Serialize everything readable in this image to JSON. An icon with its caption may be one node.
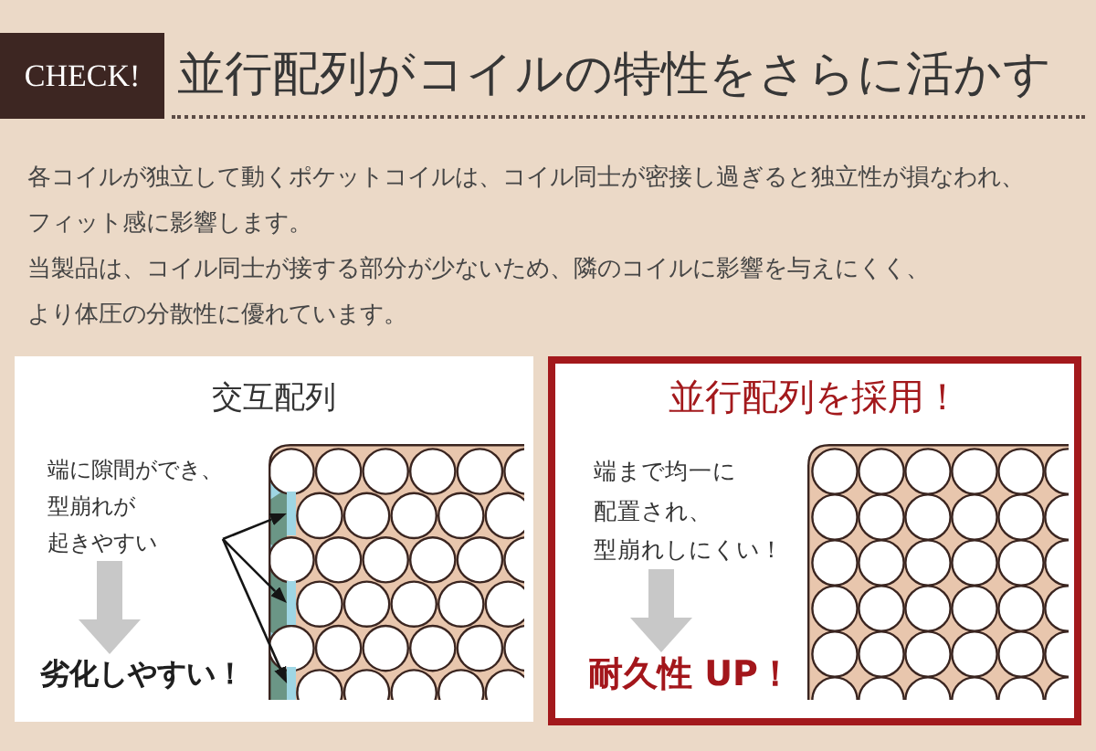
{
  "diagram": {
    "title": "並行配列がコイルの特性をさらに活かす",
    "nodes": [
      {
        "text": [
          "CHECK!"
        ]
      },
      {
        "text": [
          "交互配列"
        ]
      },
      {
        "text": [
          "端に隙間ができ、型崩れが起きやすい"
        ],
        "in": 1
      },
      {
        "text": [],
        "shape": "bar",
        "in": 1
      },
      {
        "text": [],
        "shape": "bar",
        "in": 1
      },
      {
        "text": [],
        "shape": "bar",
        "in": 1
      },
      {
        "text": [
          "劣化しやすい！"
        ],
        "in": 1
      },
      {
        "text": [
          "並行配列を採用！"
        ]
      },
      {
        "text": [
          "端まで均一に配置され、型崩れしにくい！"
        ],
        "in": 7
      },
      {
        "text": [
          "耐久性 UP！"
        ],
        "in": 7
      }
    ],
    "edges": [
      {
        "from": 2,
        "to": 3,
        "arrow": "to"
      },
      {
        "from": 2,
        "to": 4,
        "arrow": "to"
      },
      {
        "from": 2,
        "to": 5,
        "arrow": "to"
      },
      {
        "from": 2,
        "to": 6,
        "arrow": "to",
        "style": "thick",
        "color": "#c8c8c8"
      },
      {
        "from": 8,
        "to": 9,
        "arrow": "to",
        "style": "thick",
        "color": "#c8c8c8"
      }
    ],
    "labels": [
      "各コイルが独立して動くポケットコイルは、コイル同士が密接し過ぎると独立性が損なわれ、フィット感に影響します。",
      "当製品は、コイル同士が接する部分が少ないため、隣のコイルに影響を与えにくく、より体圧の分散性に優れています。"
    ]
  }
}
